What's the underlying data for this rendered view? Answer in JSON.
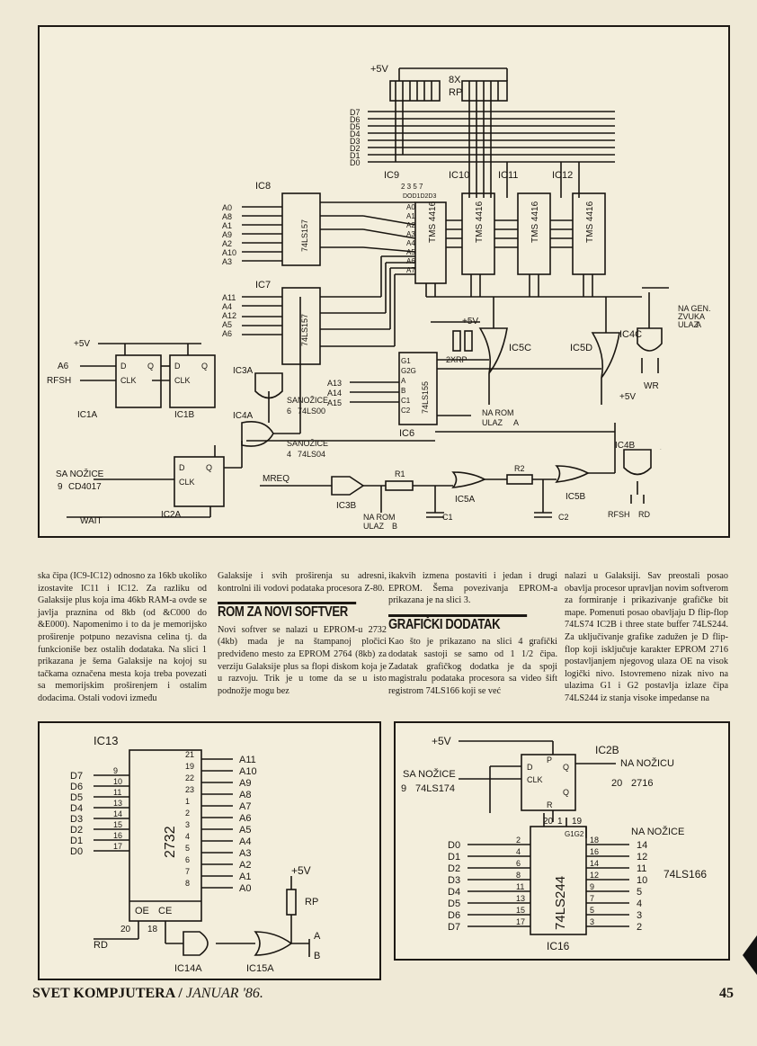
{
  "schematic_top": {
    "chips": [
      "IC8",
      "IC7",
      "IC9",
      "IC10",
      "IC11",
      "IC12",
      "IC1A",
      "IC1B",
      "IC2A",
      "IC3A",
      "IC4A",
      "IC5C",
      "IC5D",
      "IC4C",
      "IC6",
      "IC4B",
      "IC3B",
      "IC5A",
      "IC5B"
    ],
    "chip_types": [
      "74LS157",
      "74LS157",
      "TMS 4416",
      "TMS 4416",
      "TMS 4416",
      "TMS 4416",
      "74LS155"
    ],
    "power": "+5V",
    "resistor_pack": [
      "8X",
      "RP"
    ],
    "resistor_pack2": "2XRP",
    "data_lines": [
      "D7",
      "D6",
      "D5",
      "D4",
      "D3",
      "D2",
      "D1",
      "D0"
    ],
    "ic8_inputs": [
      "A0",
      "A8",
      "A1",
      "A9",
      "A2",
      "A10",
      "A3"
    ],
    "ic7_inputs": [
      "A11",
      "A4",
      "A12",
      "A5",
      "A6"
    ],
    "ic6_inputs": [
      "A13",
      "A14",
      "A15"
    ],
    "ic6_pins": [
      "G1",
      "G2G",
      "A",
      "B",
      "C1",
      "C2"
    ],
    "ic9_pins": [
      "2",
      "3",
      "5",
      "7",
      "DOD1D2D3"
    ],
    "ic9_addr": [
      "A0",
      "A1",
      "A2",
      "A3",
      "A4",
      "A5",
      "A6",
      "A7"
    ],
    "ff_labels": [
      "D",
      "Q",
      "CLK",
      "P",
      "R",
      "Q"
    ],
    "a6": "A6",
    "rfsh": "RFSH",
    "sa_nozice_cd4017": [
      "SA NOŽICE",
      "9",
      "CD4017"
    ],
    "wait": "WAIT",
    "mreq": "MREQ",
    "sanozice_74ls00": [
      "SANOŽICE",
      "6",
      "74LS00"
    ],
    "sanozice_74ls04": [
      "SANOŽICE",
      "4",
      "74LS04"
    ],
    "na_gen": [
      "NA GEN.",
      "ZVUKA",
      "ULAZ",
      "A"
    ],
    "na_rom_a": [
      "NA ROM",
      "ULAZ",
      "A"
    ],
    "na_rom_b": [
      "NA ROM",
      "ULAZ",
      "B"
    ],
    "wr": "WR",
    "rd": "RD",
    "rfsh_rd": [
      "RFSH",
      "RD"
    ],
    "r1": "R1",
    "r2": "R2",
    "c1": "C1",
    "c2": "C2"
  },
  "text": {
    "col1": "ska čipa (IC9-IC12) odnosno za 16kb ukoliko izostavite IC11 i IC12. Za razliku od Galaksije plus koja ima 46kb RAM-a ovde se javlja praznina od 8kb (od &C000 do &E000). Napomenimo i to da je memorijsko proširenje potpuno nezavisna celina tj. da funkcioniše bez ostalih dodataka. Na slici 1 prikazana je šema Galaksije na kojoj su tačkama označena mesta koja treba povezati sa memorijskim proširenjem i ostalim dodacima. Ostali vodovi između",
    "col2a": "Galaksije i svih proširenja su adresni, kontrolni ili vodovi podataka procesora Z-80.",
    "heading_rom": "ROM ZA NOVI SOFTVER",
    "col2b": "Novi softver se nalazi u EPROM-u 2732 (4kb) mada je na štampanoj pločici predviđeno mesto za EPROM 2764 (8kb) za verziju Galaksije plus sa flopi diskom koja je u razvoju. Trik je u tome da se u isto podnožje mogu bez",
    "col3a": "ikakvih izmena postaviti i jedan i drugi EPROM. Šema povezivanja EPROM-a prikazana je na slici 3.",
    "heading_graf": "GRAFIČKI DODATAK",
    "col3b": "Kao što je prikazano na slici 4 grafički dodatak sastoji se samo od 1 1/2 čipa. Zadatak grafičkog dodatka je da spoji magistralu podataka procesora sa video šift registrom 74LS166 koji se već",
    "col4": "nalazi u Galaksiji. Sav preostali posao obavlja procesor upravljan novim softverom za formiranje i prikazivanje grafičke bit mape. Pomenuti posao obavljaju D flip-flop 74LS74 IC2B i three state buffer 74LS244. Za uključivanje grafike zadužen je D flip-flop koji isključuje karakter EPROM 2716 postavljanjem njegovog ulaza OE na visok logički nivo. Istovremeno nizak nivo na ulazima G1 i G2 postavlja izlaze čipa 74LS244 iz stanja visoke impedanse na"
  },
  "schematic_eprom": {
    "chip": "IC13",
    "type": "2732",
    "data_labels": [
      "D7",
      "D6",
      "D5",
      "D4",
      "D3",
      "D2",
      "D1",
      "D0"
    ],
    "data_pins": [
      "9",
      "10",
      "11",
      "13",
      "14",
      "15",
      "16",
      "17"
    ],
    "addr_labels": [
      "A11",
      "A10",
      "A9",
      "A8",
      "A7",
      "A6",
      "A5",
      "A4",
      "A3",
      "A2",
      "A1",
      "A0"
    ],
    "addr_pins": [
      "21",
      "19",
      "22",
      "23",
      "1",
      "2",
      "3",
      "4",
      "5",
      "6",
      "7",
      "8"
    ],
    "oe": "OE",
    "ce": "CE",
    "pin20": "20",
    "pin18": "18",
    "rd": "RD",
    "power": "+5V",
    "rp": "RP",
    "outs": [
      "A",
      "B"
    ],
    "gates": [
      "IC14A",
      "IC15A"
    ]
  },
  "schematic_graphic": {
    "power": "+5V",
    "ff": "IC2B",
    "sa_nozice": [
      "SA NOŽICE",
      "9",
      "74LS174"
    ],
    "na_nozicu": [
      "NA NOŽICU",
      "20",
      "2716"
    ],
    "ff_labels": [
      "P",
      "D",
      "Q",
      "CLK",
      "Q",
      "R"
    ],
    "pins_top": [
      "20",
      "1",
      "19"
    ],
    "g_labels": "G1G2",
    "inputs": [
      "D0",
      "D1",
      "D2",
      "D3",
      "D4",
      "D5",
      "D6",
      "D7"
    ],
    "in_pins": [
      "2",
      "4",
      "6",
      "8",
      "11",
      "13",
      "15",
      "17"
    ],
    "out_pins": [
      "18",
      "16",
      "14",
      "12",
      "9",
      "7",
      "5",
      "3"
    ],
    "na_nozice": "NA NOŽICE",
    "target_pins": [
      "14",
      "12",
      "11",
      "10",
      "5",
      "4",
      "3",
      "2"
    ],
    "target_chip": "74LS166",
    "chip_type": "74LS244",
    "chip": "IC16"
  },
  "footer": {
    "magazine": "SVET KOMPJUTERA /",
    "issue": "JANUAR '86.",
    "page": "45"
  }
}
